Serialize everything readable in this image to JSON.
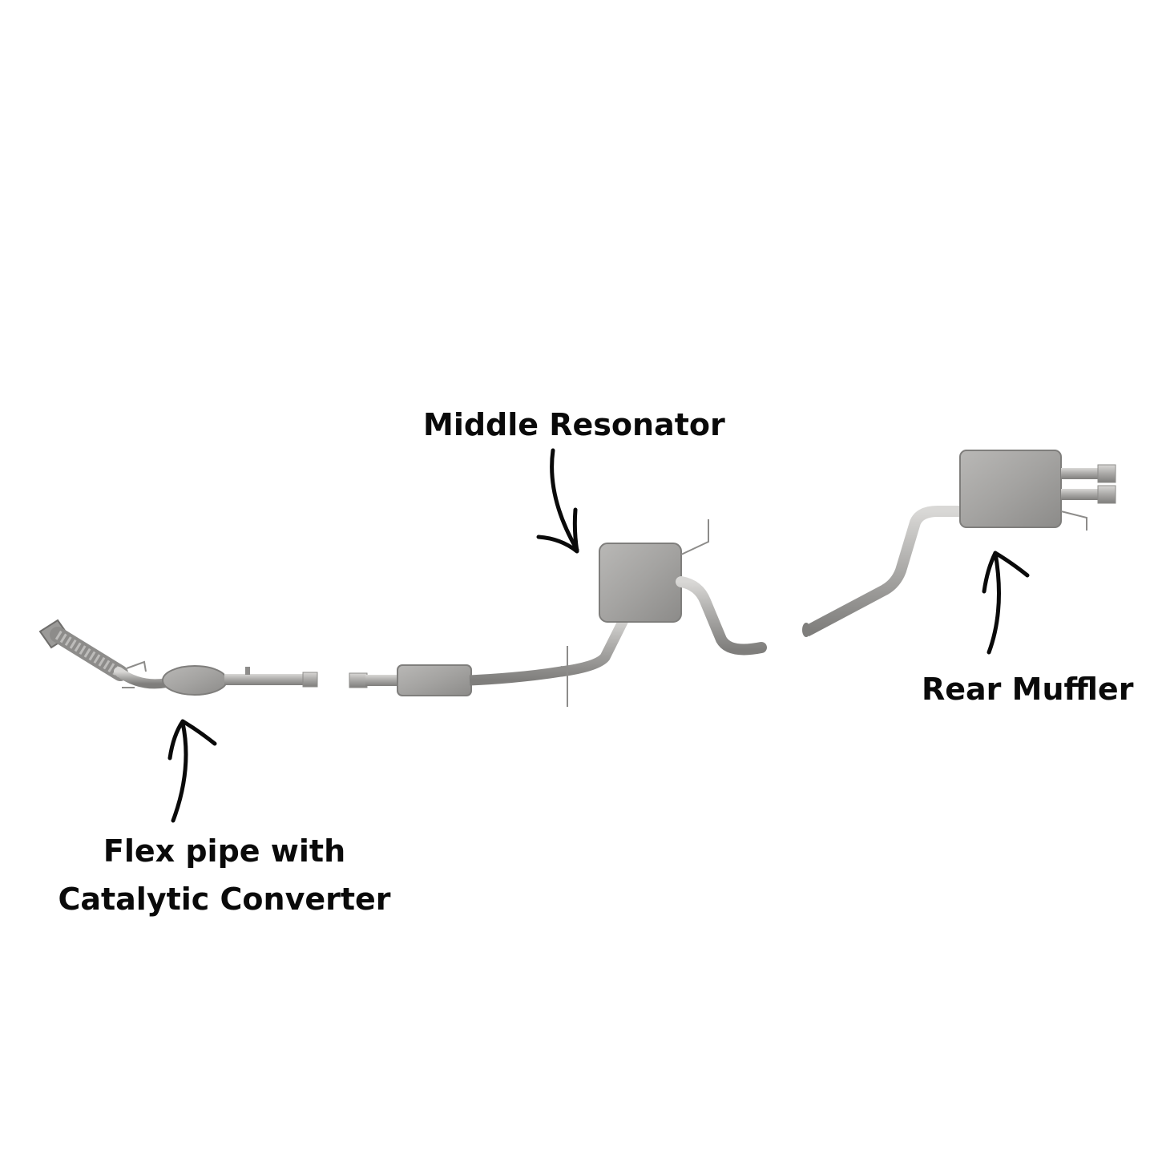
{
  "labels": {
    "middle_resonator": "Middle Resonator",
    "rear_muffler": "Rear Muffler",
    "flex_pipe_line1": "Flex pipe with",
    "flex_pipe_line2": "Catalytic Converter"
  },
  "colors": {
    "background": "#ffffff",
    "metal_light": "#c8c7c5",
    "metal_mid": "#a9a8a6",
    "metal_dark": "#7f7e7c",
    "text": "#0a0a0a"
  },
  "icons": {
    "resonator_arrow": "curved-arrow-down-icon",
    "muffler_arrow": "curved-arrow-up-icon",
    "flex_arrow": "curved-arrow-up-icon"
  }
}
